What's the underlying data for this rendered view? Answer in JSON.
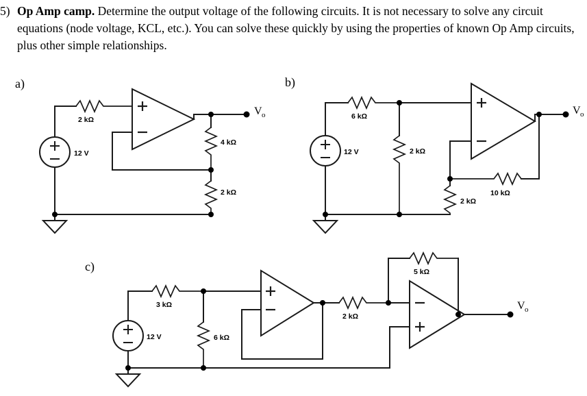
{
  "problem": {
    "number": "5)",
    "title": "Op Amp camp.",
    "statement": "Determine the output voltage of the following circuits.  It is not necessary to solve any circuit equations (node voltage, KCL, etc.). You can solve these quickly by using the properties of known Op Amp circuits, plus other simple relationships."
  },
  "circuits": [
    {
      "id": "a",
      "label": "a)",
      "source": {
        "name": "voltage-source-12v",
        "value": "12 V",
        "plus": "+",
        "minus": "−"
      },
      "ground": {
        "name": "ground-symbol"
      },
      "output_label": {
        "main": "V",
        "sub": "o"
      },
      "opamps": [
        {
          "name": "opamp-a1",
          "top_input": "+",
          "bottom_input": "−"
        }
      ],
      "resistors": [
        {
          "name": "resistor-2k-series",
          "value": "2 kΩ",
          "orientation": "horizontal"
        },
        {
          "name": "resistor-4k-feedback",
          "value": "4 kΩ",
          "orientation": "vertical"
        },
        {
          "name": "resistor-2k-ground",
          "value": "2 kΩ",
          "orientation": "vertical"
        }
      ]
    },
    {
      "id": "b",
      "label": "b)",
      "source": {
        "name": "voltage-source-12v",
        "value": "12 V",
        "plus": "+",
        "minus": "−"
      },
      "ground": {
        "name": "ground-symbol"
      },
      "output_label": {
        "main": "V",
        "sub": "o"
      },
      "opamps": [
        {
          "name": "opamp-b1",
          "top_input": "+",
          "bottom_input": "−"
        }
      ],
      "resistors": [
        {
          "name": "resistor-6k-series",
          "value": "6 kΩ",
          "orientation": "horizontal"
        },
        {
          "name": "resistor-2k-divider",
          "value": "2 kΩ",
          "orientation": "vertical"
        },
        {
          "name": "resistor-2k-gain",
          "value": "2 kΩ",
          "orientation": "vertical"
        },
        {
          "name": "resistor-10k-feedback",
          "value": "10 kΩ",
          "orientation": "horizontal"
        }
      ]
    },
    {
      "id": "c",
      "label": "c)",
      "source": {
        "name": "voltage-source-12v",
        "value": "12 V",
        "plus": "+",
        "minus": "−"
      },
      "ground": {
        "name": "ground-symbol"
      },
      "output_label": {
        "main": "V",
        "sub": "o"
      },
      "opamps": [
        {
          "name": "opamp-c1-buffer",
          "top_input": "+",
          "bottom_input": "−"
        },
        {
          "name": "opamp-c2-inverting",
          "top_input": "−",
          "bottom_input": "+"
        }
      ],
      "resistors": [
        {
          "name": "resistor-3k-series",
          "value": "3 kΩ",
          "orientation": "horizontal"
        },
        {
          "name": "resistor-6k-divider",
          "value": "6 kΩ",
          "orientation": "vertical"
        },
        {
          "name": "resistor-2k-input",
          "value": "2 kΩ",
          "orientation": "horizontal"
        },
        {
          "name": "resistor-5k-feedback",
          "value": "5 kΩ",
          "orientation": "horizontal"
        }
      ]
    }
  ],
  "colors": {
    "ink": "#1a1a1a",
    "background": "#ffffff"
  }
}
